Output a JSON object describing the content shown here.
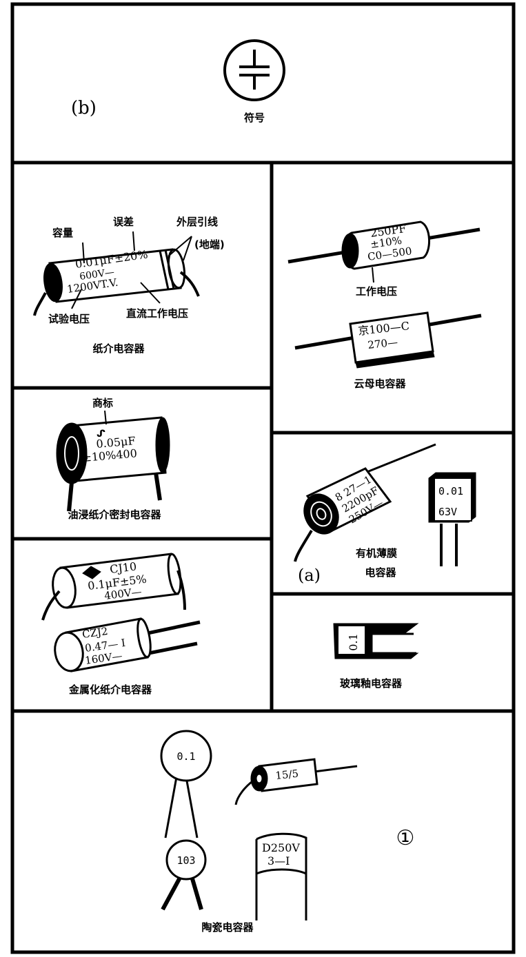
{
  "symbol_panel": {
    "letter": "(b)",
    "caption": "符号"
  },
  "paper_cap": {
    "caption": "纸介电容器",
    "callouts": {
      "capacity": "容量",
      "error": "误差",
      "outer_lead": "外层引线",
      "ground": "(地端)",
      "test_voltage": "试验电压",
      "dc_voltage": "直流工作电压"
    },
    "body_text": [
      "0.01μF±20%",
      "600V—",
      "1200VT.V."
    ]
  },
  "mica_cap": {
    "caption": "云母电容器",
    "voltage_label": "工作电压",
    "cap1_text": [
      "250PF",
      "±10%",
      "C0—500"
    ],
    "cap2_text": [
      "京100—C",
      "270—"
    ]
  },
  "oil_cap": {
    "caption": "油浸纸介密封电容器",
    "trademark_label": "商标",
    "body_text": [
      "0.05μF",
      "±10%400"
    ]
  },
  "film_cap": {
    "caption_line1": "有机薄膜",
    "caption_line2": "电容器",
    "letter": "(a)",
    "cyl_text": [
      "8 27—1",
      "2200pF",
      "250V—"
    ],
    "box_text": [
      "0.01",
      "63V"
    ]
  },
  "metal_paper_cap": {
    "caption": "金属化纸介电容器",
    "cap1_text": [
      "CJ10",
      "0.1μF±5%",
      "400V—"
    ],
    "cap2_text": [
      "CZJ2",
      "0.47— I",
      "160V—"
    ]
  },
  "glass_cap": {
    "caption": "玻璃釉电容器",
    "body_text": "0.1"
  },
  "ceramic_cap": {
    "caption": "陶瓷电容器",
    "disc1": "0.1",
    "tube": "15/5",
    "disc2": "103",
    "rect_text": [
      "D250V",
      "3—I"
    ],
    "figure_number": "①"
  }
}
